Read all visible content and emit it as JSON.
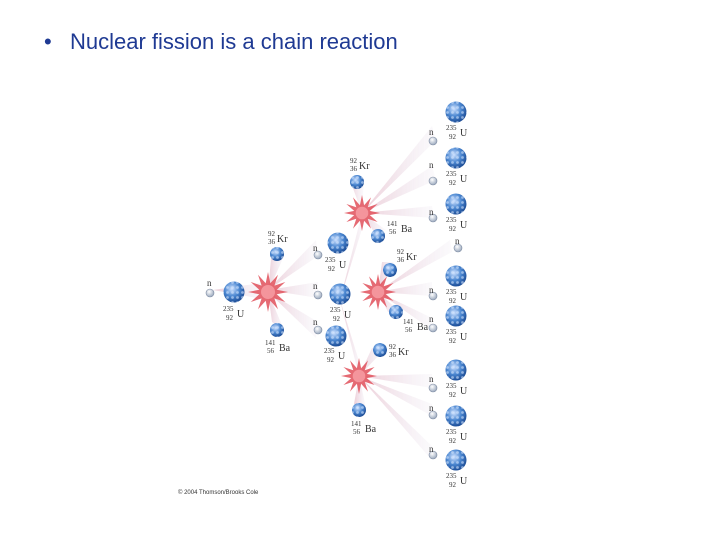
{
  "slide": {
    "bullet": "•",
    "text": "Nuclear fission is a chain reaction"
  },
  "labels": {
    "n": "n",
    "u_mass": "235",
    "u_z": "92",
    "u": "U",
    "kr_mass": "92",
    "kr_z": "36",
    "kr": "Kr",
    "ba_mass": "141",
    "ba_z": "56",
    "ba": "Ba"
  },
  "copyright": "© 2004 Thomson/Brooks Cole",
  "colors": {
    "nucleus": "#3b78c4",
    "burst": "#e0505a",
    "trail": "#e7cfd8",
    "text": "#1f3a93"
  }
}
